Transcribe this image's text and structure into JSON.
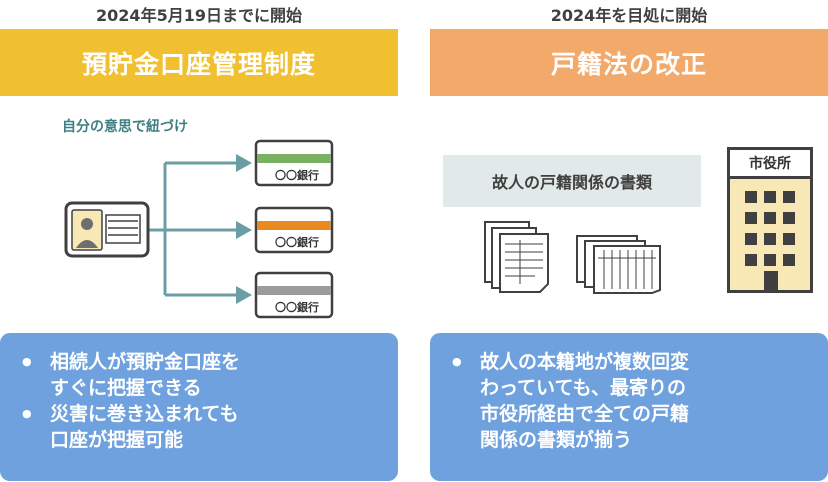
{
  "left": {
    "date": "2024年5月19日までに開始",
    "title": "預貯金口座管理制度",
    "link_label": "自分の意思で紐づけ",
    "bank_label": "〇〇銀行",
    "bullets": [
      [
        "相続人が預貯金口座を",
        "すぐに把握できる"
      ],
      [
        "災害に巻き込まれても",
        "口座が把握可能"
      ]
    ]
  },
  "right": {
    "date": "2024年を目処に開始",
    "title": "戸籍法の改正",
    "docs_label": "故人の戸籍関係の書類",
    "city_hall": "市役所",
    "bullet": [
      "故人の本籍地が複数回変",
      "わっていても、最寄りの",
      "市役所経由で全ての戸籍",
      "関係の書類が揃う"
    ]
  },
  "colors": {
    "left_banner": "#f0c030",
    "right_banner": "#f3a96a",
    "bubble": "#6ea1de",
    "arrow": "#6a9ea3",
    "card_green": "#7ab062",
    "card_orange": "#e98a1e",
    "card_gray": "#9b9b9b"
  },
  "icons": [
    "id-card-icon",
    "bank-card-icon",
    "document-stack-icon",
    "city-hall-icon"
  ]
}
